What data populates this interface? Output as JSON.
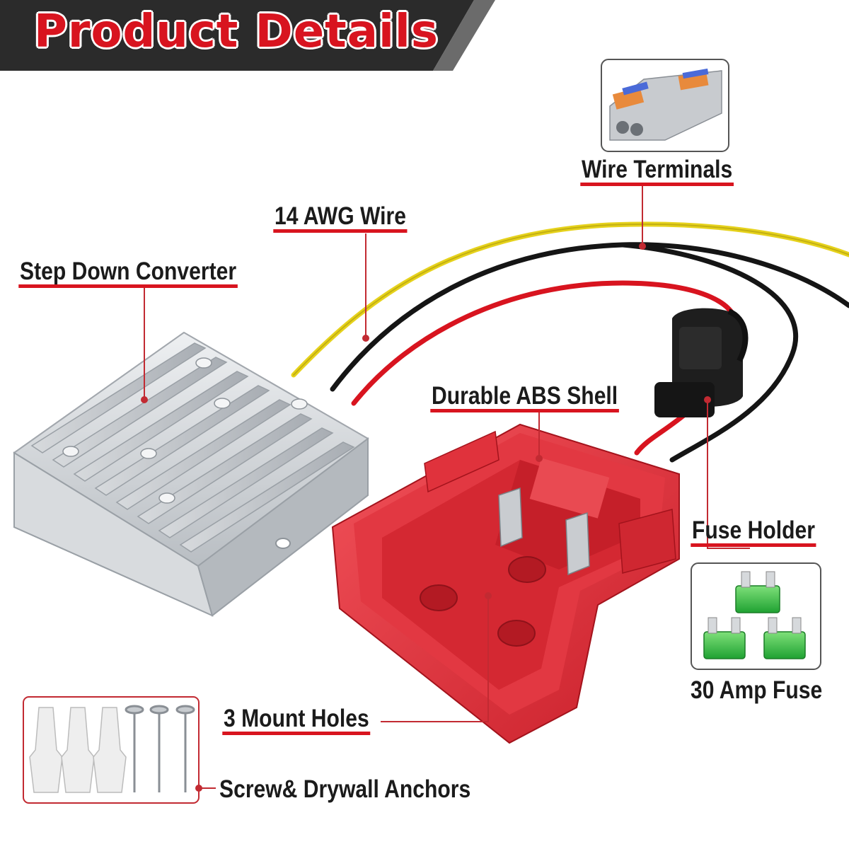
{
  "banner": {
    "title": "Product Details"
  },
  "callouts": {
    "wire_terminals": "Wire Terminals",
    "awg_wire": "14 AWG Wire",
    "step_down": "Step Down Converter",
    "abs_shell": "Durable ABS Shell",
    "fuse_holder": "Fuse Holder",
    "fuse": "30 Amp Fuse",
    "mount_holes": "3 Mount Holes",
    "screws": "Screw& Drywall Anchors"
  },
  "colors": {
    "accent_red": "#d8141f",
    "banner_dark": "#2b2b2b",
    "shell_red": "#e8323d",
    "wire_yellow": "#e6d21c",
    "fuse_green": "#3cc94a"
  }
}
